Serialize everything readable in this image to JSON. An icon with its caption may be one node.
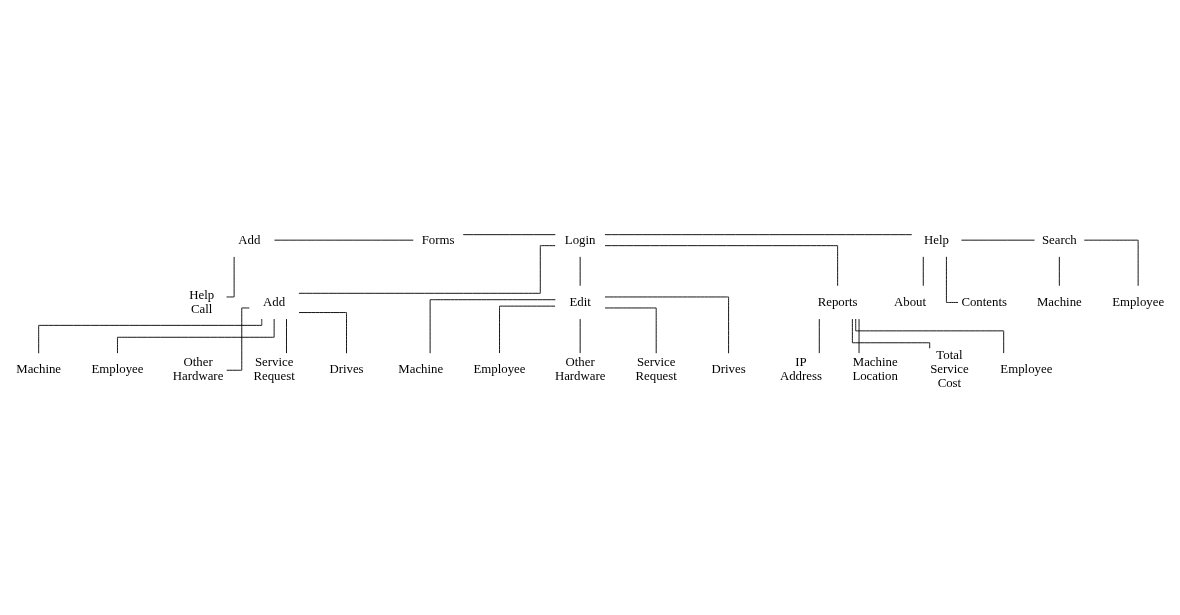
{
  "diagram": {
    "nodes": [
      {
        "text": [
          "Add"
        ]
      },
      {
        "text": [
          "Forms"
        ]
      },
      {
        "text": [
          "Login"
        ]
      },
      {
        "text": [
          "Help"
        ]
      },
      {
        "text": [
          "Search"
        ]
      },
      {
        "text": [
          "Help Call"
        ]
      },
      {
        "text": [
          "About"
        ]
      },
      {
        "text": [
          "Contents"
        ]
      },
      {
        "text": [
          "Machine"
        ]
      },
      {
        "text": [
          "Employee"
        ]
      },
      {
        "text": [
          "Add"
        ]
      },
      {
        "text": [
          "Edit"
        ]
      },
      {
        "text": [
          "Reports"
        ]
      },
      {
        "text": [
          "Machine"
        ]
      },
      {
        "text": [
          "Employee"
        ]
      },
      {
        "text": [
          "Other Hardware"
        ]
      },
      {
        "text": [
          "Service Request"
        ]
      },
      {
        "text": [
          "Drives"
        ]
      },
      {
        "text": [
          "Machine"
        ]
      },
      {
        "text": [
          "Employee"
        ]
      },
      {
        "text": [
          "Other Hardware"
        ]
      },
      {
        "text": [
          "Service Request"
        ]
      },
      {
        "text": [
          "Drives"
        ]
      },
      {
        "text": [
          "IP Address"
        ]
      },
      {
        "text": [
          "Machine Location"
        ]
      },
      {
        "text": [
          "Total Service Cost"
        ]
      },
      {
        "text": [
          "Employee"
        ]
      }
    ],
    "edges": [
      {
        "from": 0,
        "to": 1,
        "arrow": "none"
      },
      {
        "from": 1,
        "to": 2,
        "arrow": "none"
      },
      {
        "from": 2,
        "to": 3,
        "arrow": "none"
      },
      {
        "from": 3,
        "to": 4,
        "arrow": "none"
      },
      {
        "from": 0,
        "to": 5,
        "arrow": "none"
      },
      {
        "from": 3,
        "to": 6,
        "arrow": "none"
      },
      {
        "from": 3,
        "to": 7,
        "arrow": "none"
      },
      {
        "from": 4,
        "to": 8,
        "arrow": "none"
      },
      {
        "from": 4,
        "to": 9,
        "arrow": "none"
      },
      {
        "from": 2,
        "to": 10,
        "arrow": "none"
      },
      {
        "from": 2,
        "to": 11,
        "arrow": "none"
      },
      {
        "from": 2,
        "to": 12,
        "arrow": "none"
      },
      {
        "from": 10,
        "to": 13,
        "arrow": "none"
      },
      {
        "from": 10,
        "to": 14,
        "arrow": "none"
      },
      {
        "from": 10,
        "to": 15,
        "arrow": "none"
      },
      {
        "from": 10,
        "to": 16,
        "arrow": "none"
      },
      {
        "from": 10,
        "to": 17,
        "arrow": "none"
      },
      {
        "from": 11,
        "to": 18,
        "arrow": "none"
      },
      {
        "from": 11,
        "to": 19,
        "arrow": "none"
      },
      {
        "from": 11,
        "to": 20,
        "arrow": "none"
      },
      {
        "from": 11,
        "to": 21,
        "arrow": "none"
      },
      {
        "from": 11,
        "to": 22,
        "arrow": "none"
      },
      {
        "from": 12,
        "to": 23,
        "arrow": "none"
      },
      {
        "from": 12,
        "to": 24,
        "arrow": "none"
      },
      {
        "from": 12,
        "to": 25,
        "arrow": "none"
      },
      {
        "from": 12,
        "to": 26,
        "arrow": "none"
      }
    ]
  }
}
